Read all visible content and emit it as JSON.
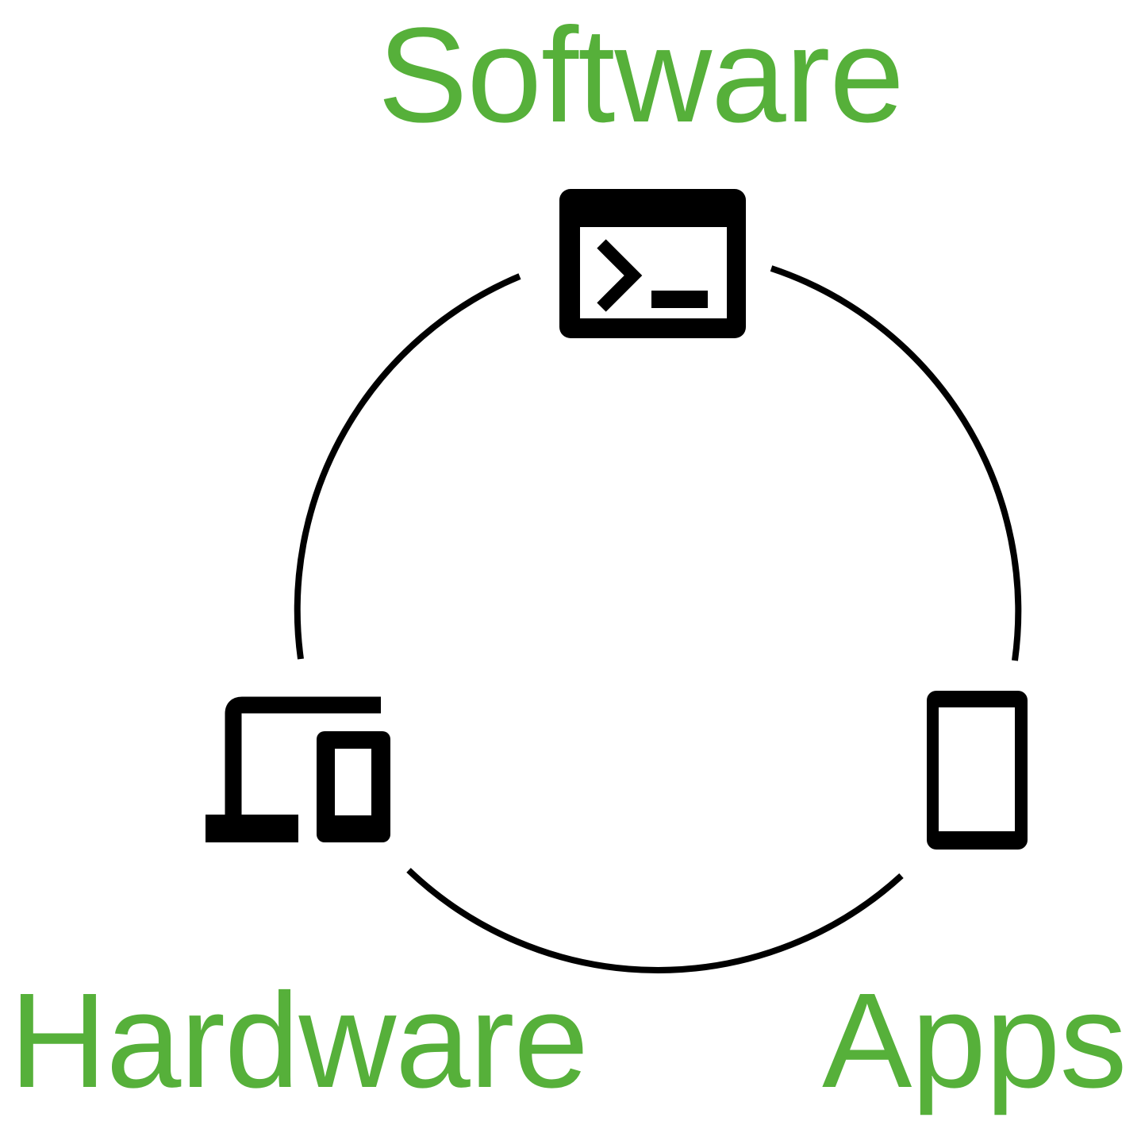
{
  "diagram": {
    "nodes": [
      {
        "id": "software",
        "label": "Software",
        "icon": "terminal-window-icon"
      },
      {
        "id": "hardware",
        "label": "Hardware",
        "icon": "laptop-and-phone-devices-icon"
      },
      {
        "id": "apps",
        "label": "Apps",
        "icon": "mobile-phone-icon"
      }
    ],
    "edges": [
      {
        "from": "software",
        "to": "apps"
      },
      {
        "from": "apps",
        "to": "hardware"
      },
      {
        "from": "hardware",
        "to": "software"
      }
    ]
  },
  "colors": {
    "label": "#56b03a",
    "stroke": "#000000",
    "background": "#ffffff"
  }
}
